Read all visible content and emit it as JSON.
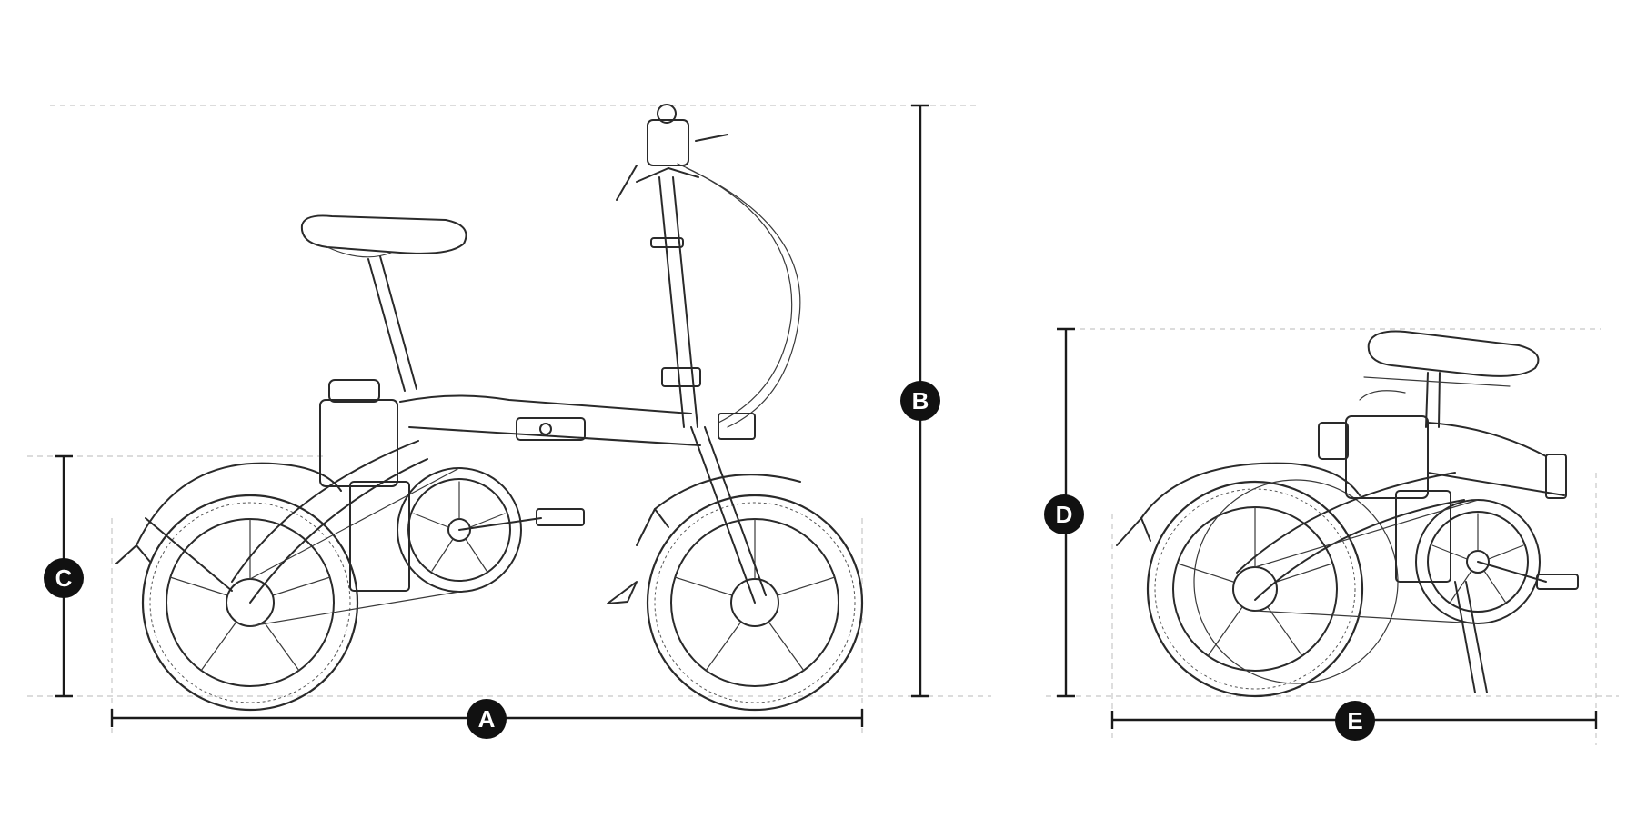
{
  "diagram": {
    "labels": {
      "a": "A",
      "b": "B",
      "c": "C",
      "d": "D",
      "e": "E"
    },
    "colors": {
      "line": "#1a1a1a",
      "guide": "#c8c8c8",
      "badge": "#111111",
      "badge_text": "#ffffff"
    },
    "icons": {
      "unfolded": "unfolded-ebike-sketch-icon",
      "folded": "folded-ebike-sketch-icon"
    }
  }
}
